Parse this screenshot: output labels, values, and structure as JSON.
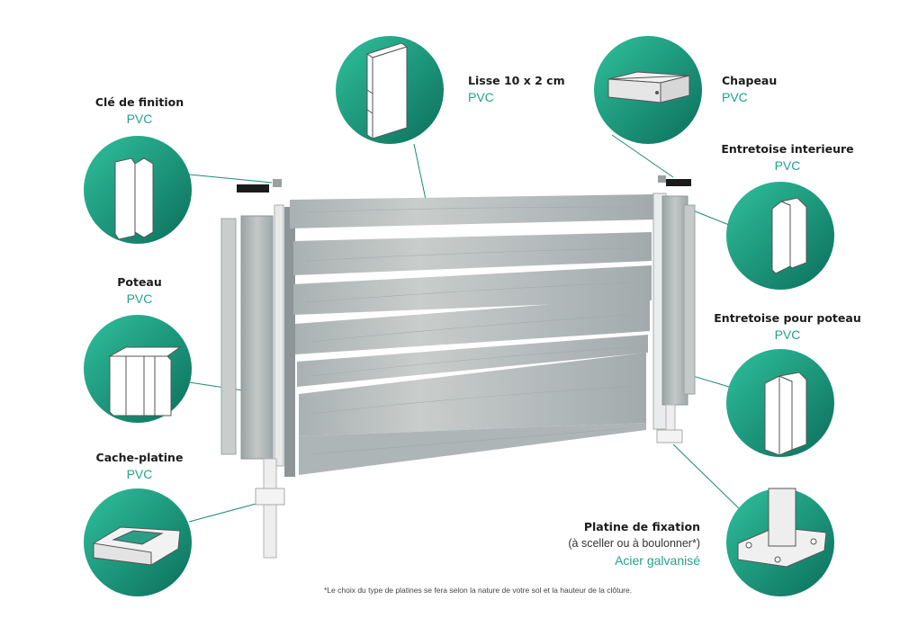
{
  "components": {
    "cle_finition": {
      "name": "Clé de finition",
      "material": "PVC",
      "icon": "finishing-key-icon"
    },
    "poteau": {
      "name": "Poteau",
      "material": "PVC",
      "icon": "post-icon"
    },
    "cache_platine": {
      "name": "Cache-platine",
      "material": "PVC",
      "icon": "plate-cover-icon"
    },
    "lisse": {
      "name": "Lisse 10 x 2 cm",
      "material": "PVC",
      "icon": "rail-icon"
    },
    "chapeau": {
      "name": "Chapeau",
      "material": "PVC",
      "icon": "cap-icon"
    },
    "entretoise_interieure": {
      "name": "Entretoise interieure",
      "material": "PVC",
      "icon": "inner-spacer-icon"
    },
    "entretoise_poteau": {
      "name": "Entretoise pour poteau",
      "material": "PVC",
      "icon": "post-spacer-icon"
    },
    "platine": {
      "name": "Platine de fixation",
      "note": "(à sceller ou à boulonner*)",
      "material": "Acier galvanisé",
      "icon": "base-plate-icon"
    }
  },
  "footnote": "*Le choix du type de platines se fera selon la nature de votre sol et la hauteur de la clôture.",
  "colors": {
    "accent": "#21a38a",
    "circle_dark": "#0f7a63",
    "circle_light": "#2bbd9a",
    "board": "#b9bfbf",
    "line": "#1f8a73"
  }
}
